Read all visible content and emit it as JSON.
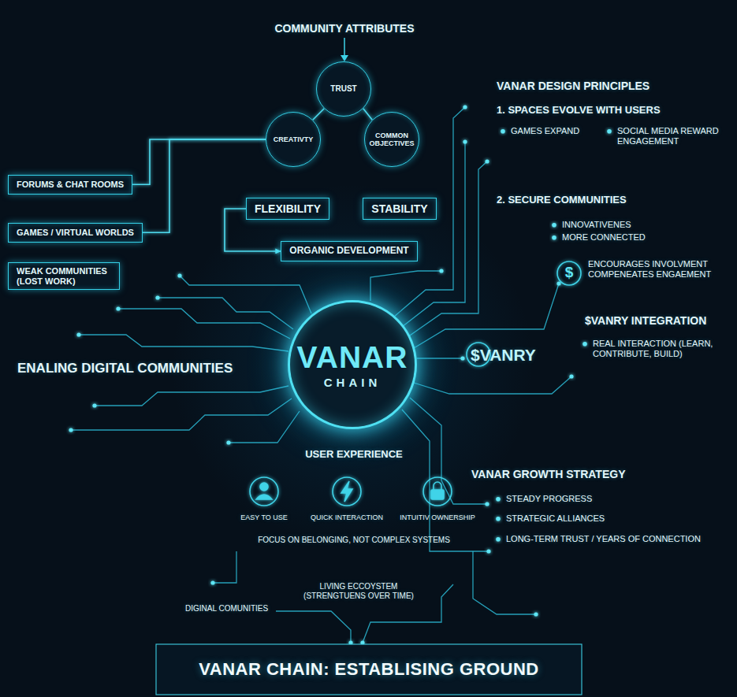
{
  "diagram": {
    "title": "VANAR CHAIN: ESTABLISING GROUND",
    "nodes": [
      {
        "text": [
          "TRUST"
        ]
      },
      {
        "text": [
          "CREATIVTY"
        ]
      },
      {
        "text": [
          "COMMON OBJECTIVES"
        ]
      },
      {
        "text": [
          "FLEXIBILITY"
        ]
      },
      {
        "text": [
          "STABILITY"
        ]
      },
      {
        "text": [
          "ORGANIC DEVELOPMENT"
        ]
      },
      {
        "text": [
          "FORUMS & CHAT ROOMS"
        ]
      },
      {
        "text": [
          "GAMES / VIRTUAL WORLDS"
        ]
      },
      {
        "text": [
          "WEAK COMMUNITIES (LOST WORK)"
        ]
      },
      {
        "text": [
          "VANAR",
          "CHAIN"
        ]
      }
    ],
    "edges": [
      {
        "from": 0,
        "to": 1,
        "arrow": "none"
      },
      {
        "from": 0,
        "to": 2,
        "arrow": "none"
      },
      {
        "from": 1,
        "to": 3,
        "arrow": "none"
      },
      {
        "from": 2,
        "to": 4,
        "arrow": "none"
      },
      {
        "from": 3,
        "to": 4,
        "arrow": "to"
      },
      {
        "from": 6,
        "to": 7,
        "arrow": "to"
      },
      {
        "from": 7,
        "to": 8,
        "arrow": "to"
      },
      {
        "from": 6,
        "to": 1,
        "arrow": "none"
      },
      {
        "from": 7,
        "to": 1,
        "arrow": "none"
      },
      {
        "from": 3,
        "to": 5,
        "arrow": "to"
      }
    ],
    "labels": [
      "COMMUNITY ATTRIBUTES",
      "VANAR DESIGN PRINCIPLES",
      "1. SPACES EVOLVE WITH USERS",
      "GAMES EXPAND",
      "SOCIAL MEDIA REWARD ENGAGEMENT",
      "2. SECURE COMMUNITIES",
      "INNOVATIVENES",
      "MORE CONNECTED",
      "$",
      "ENCOURAGES INVOLVMENT COMPENEATES ENGAEMENT",
      "$VANRY INTEGRATION",
      "$VANRY",
      "REAL INTERACTION (LEARN, CONTRIBUTE, BUILD)",
      "ENALING DIGITAL COMMUNITIES",
      "USER EXPERIENCE",
      "EASY TO USE",
      "QUICK INTERACTION",
      "INTUITIV OWNERSHIP",
      "FOCUS ON BELONGING, NOT COMPLEX SYSTEMS",
      "VANAR GROWTH STRATEGY",
      "STEADY PROGRESS",
      "STRATEGIC ALLIANCES",
      "LONG-TERM TRUST / YEARS OF CONNECTION",
      "LIVING ECCOYSTEM (STRENGTUENS OVER TIME)",
      "DIGINAL COMUNITIES"
    ]
  }
}
